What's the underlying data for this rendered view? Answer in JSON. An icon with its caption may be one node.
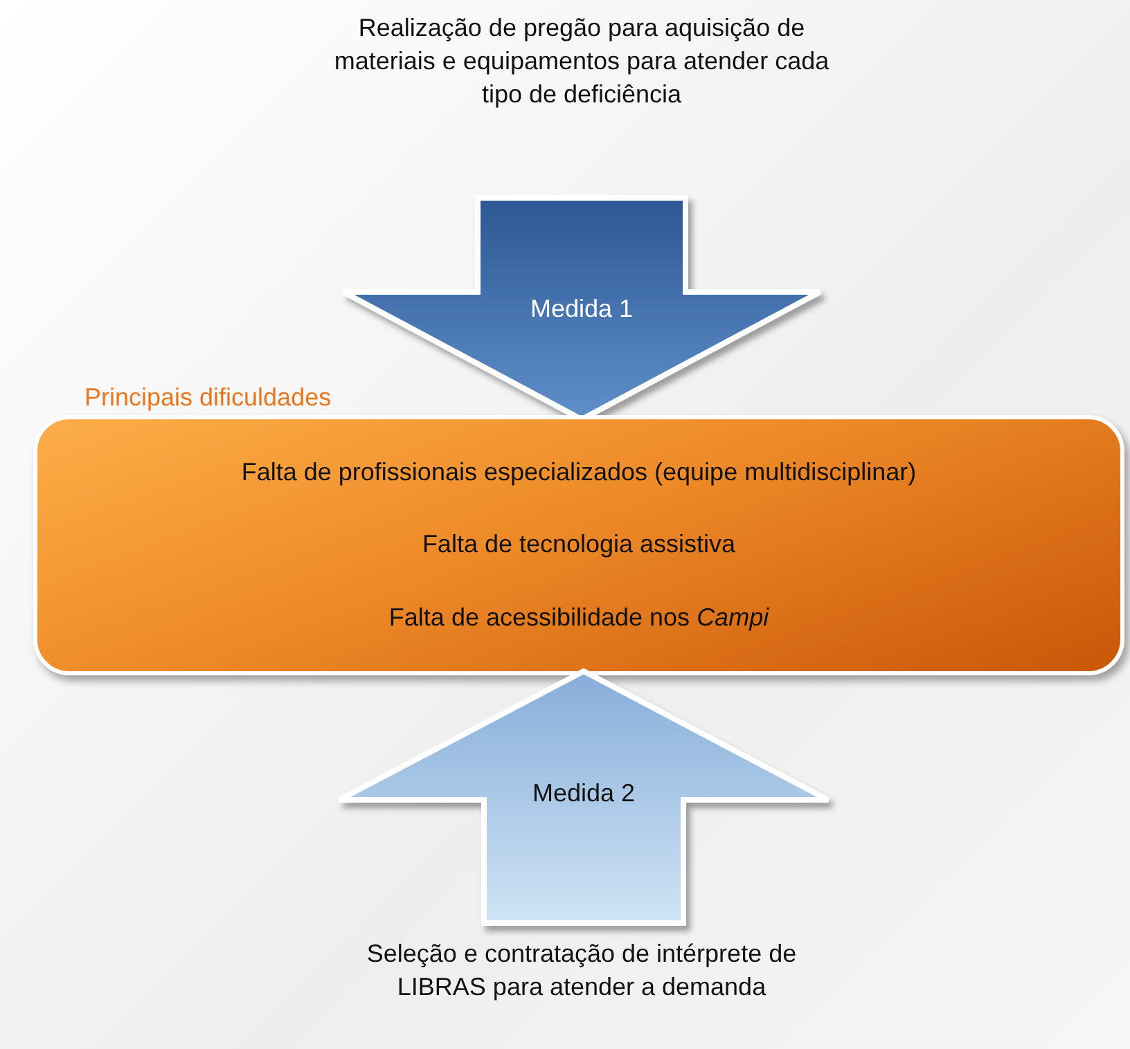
{
  "diagram": {
    "nodes": [
      {
        "text": [
          "Realização de pregão para aquisição de materiais e equipamentos para atender cada tipo de deficiência"
        ]
      },
      {
        "text": [
          "Medida 1"
        ]
      },
      {
        "text": [
          "Principais dificuldades",
          "Falta de profissionais especializados (equipe multidisciplinar)",
          "Falta de tecnologia assistiva",
          "Falta de acessibilidade nos *Campi*"
        ]
      },
      {
        "text": [
          "Medida 2"
        ]
      },
      {
        "text": [
          "Seleção e contratação de intérprete de LIBRAS para atender a demanda"
        ]
      }
    ]
  }
}
